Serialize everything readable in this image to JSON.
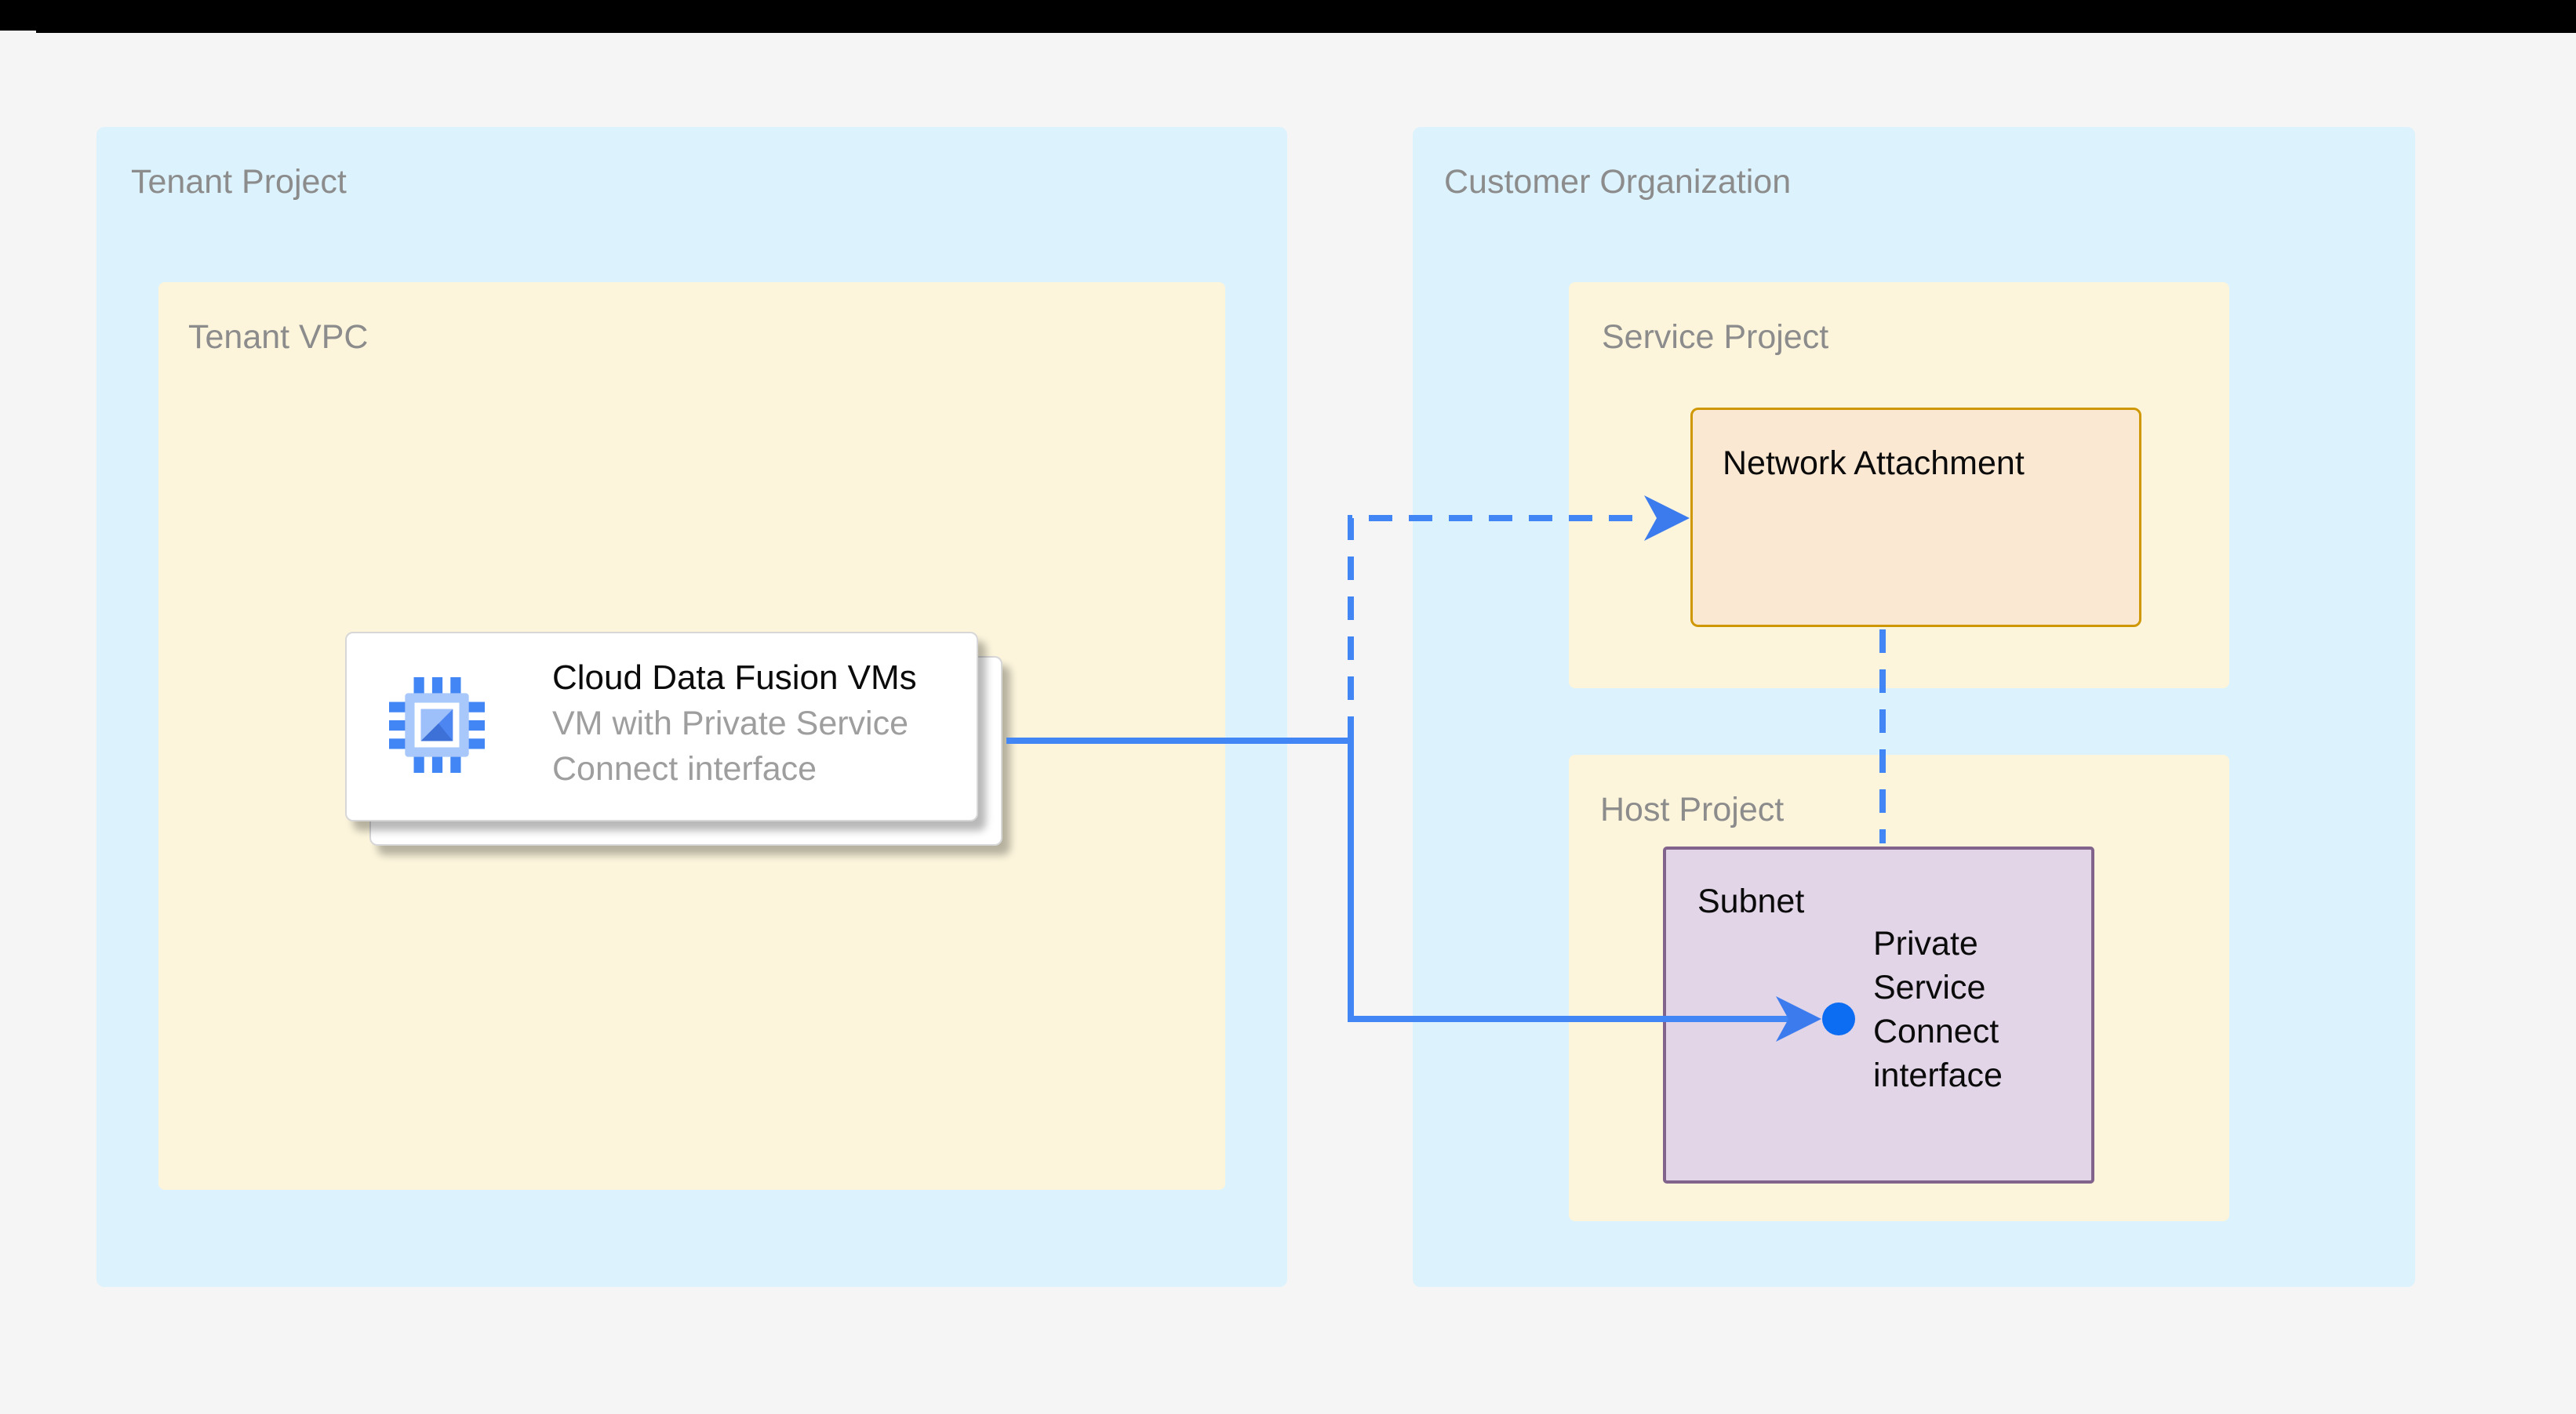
{
  "colors": {
    "page_bg": "#f5f5f6",
    "top_bar": "#000000",
    "container_blue": "#dcf2fc",
    "container_yellow": "#fcf5dc",
    "attachment_fill": "#fbe8d2",
    "attachment_border": "#cf9802",
    "subnet_fill": "#e2d5e8",
    "subnet_border": "#82638c",
    "connector_blue": "#4285f4",
    "arrowhead_blue": "#3c7bee",
    "dot_blue": "#0c6cf2",
    "label_gray": "#8c8c8c",
    "subtitle_gray": "#9e9e9e",
    "card_bg": "#ffffff",
    "card_border": "#d7d7d7",
    "icon_blue": "#4285f4",
    "icon_light_blue": "#a8c7fa",
    "text_black": "#0b0b0b"
  },
  "tenant_project": {
    "label": "Tenant Project"
  },
  "tenant_vpc": {
    "label": "Tenant VPC"
  },
  "vm_card": {
    "title": "Cloud Data Fusion VMs",
    "subtitle": "VM with Private Service Connect interface",
    "icon": "cpu-chip-icon",
    "stacked": true
  },
  "customer_organization": {
    "label": "Customer Organization"
  },
  "service_project": {
    "label": "Service Project"
  },
  "network_attachment": {
    "label": "Network Attachment"
  },
  "host_project": {
    "label": "Host Project"
  },
  "subnet": {
    "label": "Subnet",
    "psc_label": "Private Service Connect interface",
    "psc_marker": "blue-dot"
  },
  "edges": [
    {
      "from": "cloud-data-fusion-vms",
      "to": "network-attachment",
      "style": "dashed",
      "color": "#4285f4",
      "arrow": true
    },
    {
      "from": "cloud-data-fusion-vms",
      "to": "private-service-connect-interface",
      "style": "solid",
      "color": "#4285f4",
      "arrow": true
    },
    {
      "from": "network-attachment",
      "to": "subnet",
      "style": "dashed",
      "color": "#4285f4",
      "arrow": false
    }
  ]
}
